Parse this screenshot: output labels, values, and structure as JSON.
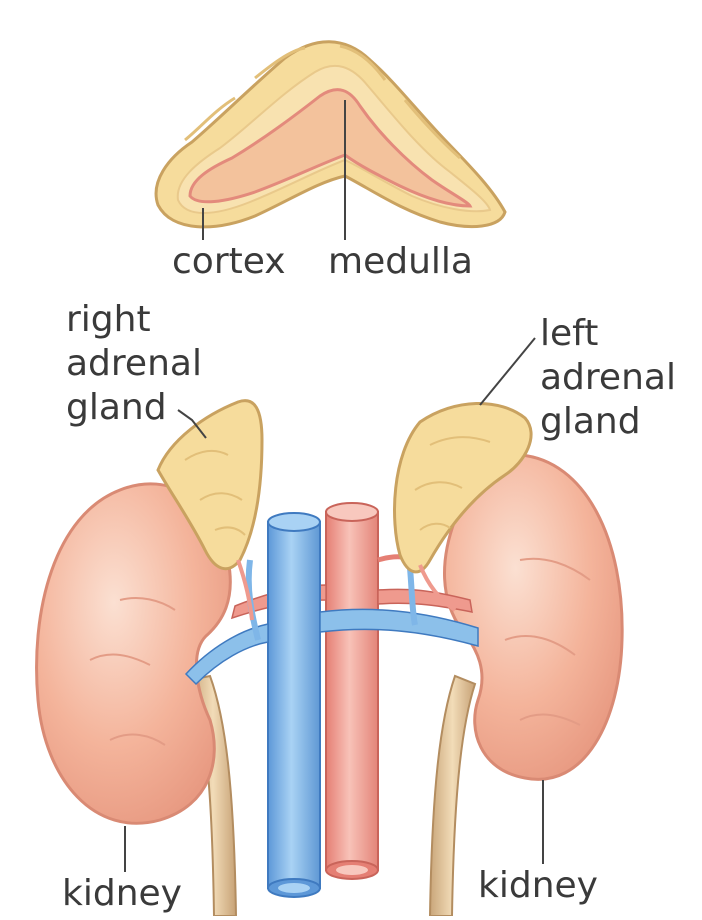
{
  "labels": {
    "cortex": "cortex",
    "medulla": "medulla",
    "right_adrenal": "right\nadrenal\ngland",
    "left_adrenal": "left\nadrenal\ngland",
    "kidney_left_side": "kidney",
    "kidney_right_side": "kidney"
  },
  "colors": {
    "kidney": "#f4b49b",
    "adrenal": "#f6dc9c",
    "vein": "#7fb6e8",
    "artery": "#ef9a8e",
    "leader_line": "#444444"
  }
}
